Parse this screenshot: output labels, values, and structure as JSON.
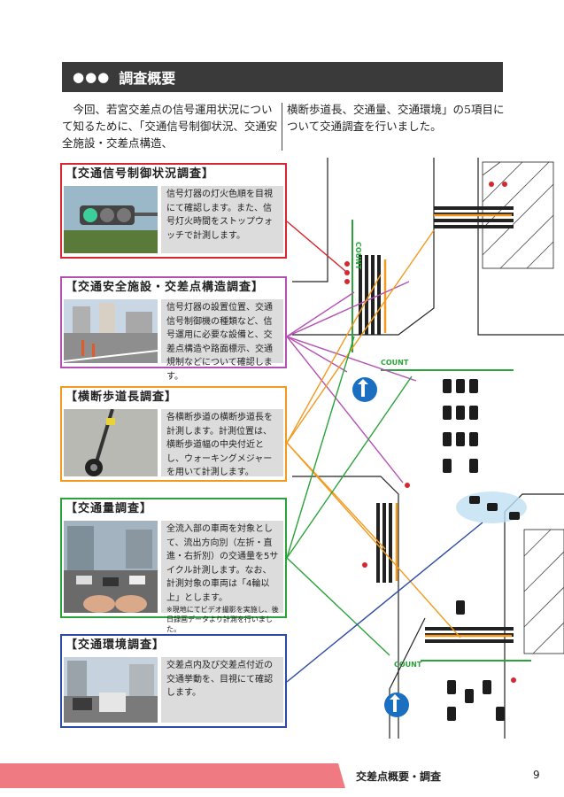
{
  "section": {
    "dots": "●●●",
    "title": "調査概要"
  },
  "intro": {
    "left": "今回、若宮交差点の信号運用状況について知るために、「交通信号制御状況、交通安全施設・交差点構造、",
    "right": "横断歩道長、交通量、交通環境」の5項目について交通調査を行いました。"
  },
  "surveys": [
    {
      "title": "【交通信号制御状況調査】",
      "desc": "信号灯器の灯火色順を目視にて確認します。また、信号灯火時間をストップウォッチで計測します。",
      "color": "#d7262f"
    },
    {
      "title": "【交通安全施設・交差点構造調査】",
      "desc": "信号灯器の設置位置、交通信号制御機の種類など、信号運用に必要な設備と、交差点構造や路面標示、交通規制などについて確認します。",
      "color": "#b44fb4"
    },
    {
      "title": "【横断歩道長調査】",
      "desc": "各横断歩道の横断歩道長を計測します。計測位置は、横断歩道幅の中央付近とし、ウォーキングメジャーを用いて計測します。",
      "color": "#f39a1e"
    },
    {
      "title": "【交通量調査】",
      "desc": "全流入部の車両を対象として、流出方向別（左折・直進・右折別）の交通量を5サイクル計測します。なお、計測対象の車両は「4輪以上」とします。",
      "note": "※現地にてビデオ撮影を実施し、後日録画データより計測を行いました。",
      "color": "#29a33a"
    },
    {
      "title": "【交通環境調査】",
      "desc": "交差点内及び交差点付近の交通挙動を、目視にて確認します。",
      "color": "#2c4aa6"
    }
  ],
  "map_labels": {
    "count": "COUNT"
  },
  "footer": {
    "title": "交差点概要・調査",
    "page": "9"
  }
}
